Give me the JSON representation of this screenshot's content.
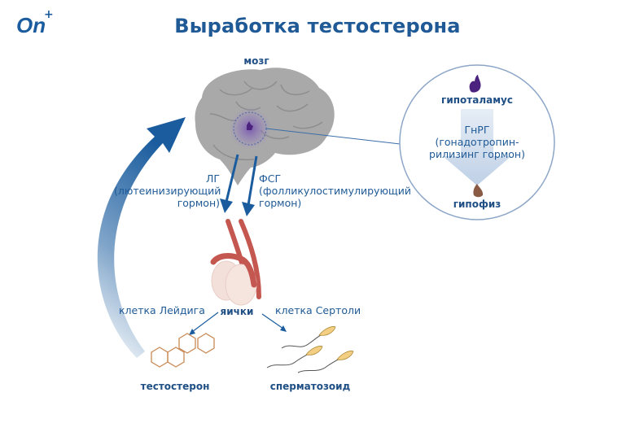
{
  "logo": {
    "text": "On",
    "superscript": "+",
    "color": "#1a5c9e"
  },
  "title": "Выработка тестостерона",
  "colors": {
    "title": "#1f5a96",
    "brain": "#a8a8a8",
    "brain_folds": "#8e8e8e",
    "hypothalamus": "#4b237f",
    "pituitary": "#8a5a44",
    "arrows": "#1a5c9e",
    "testes": "#f3ded6",
    "duct": "#c4574f",
    "molecule": "#c98a56",
    "sperm_head": "#f3cf83"
  },
  "labels": {
    "brain": "мозг",
    "hypothalamus": "гипоталамус",
    "gnrh_line1": "ГнРГ",
    "gnrh_line2": "(гонадотропин-",
    "gnrh_line3": "рилизинг гормон)",
    "pituitary": "гипофиз",
    "lh_line1": "ЛГ",
    "lh_line2": "(лютеинизирующий",
    "lh_line3": "гормон)",
    "fsh_line1": "ФСГ",
    "fsh_line2": "(фолликулостимулирующий",
    "fsh_line3": "гормон)",
    "testes": "яички",
    "leydig": "клетка Лейдига",
    "sertoli": "клетка Сертоли",
    "testosterone": "тестостерон",
    "sperm": "сперматозоид"
  }
}
